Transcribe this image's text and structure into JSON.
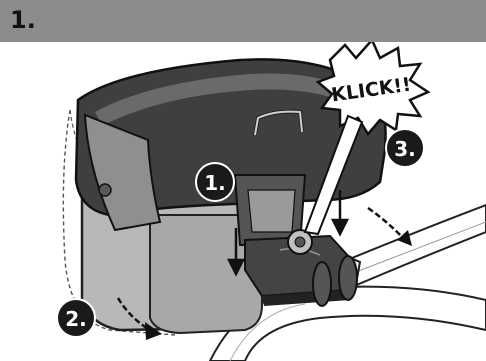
{
  "header": {
    "step_number": "1."
  },
  "callouts": {
    "step_1": "1.",
    "step_2": "2.",
    "step_3": "3.",
    "sound": "KLICK!!"
  },
  "colors": {
    "header_bar": "#8c8c8c",
    "bag_dark": "#3f3f3f",
    "bag_mid": "#8f8f8f",
    "bag_light": "#b8b8b8",
    "badge": "#1a1a1a"
  }
}
